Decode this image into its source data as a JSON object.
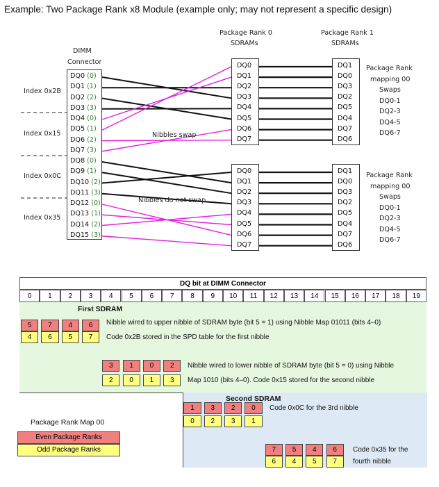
{
  "title": "Example: Two Package Rank x8 Module (example only; may not represent a specific design)",
  "dimm": {
    "label_line1": "DIMM",
    "label_line2": "Connector",
    "pins": [
      {
        "name": "DQ0",
        "n": "(0)"
      },
      {
        "name": "DQ1",
        "n": "(1)"
      },
      {
        "name": "DQ2",
        "n": "(2)"
      },
      {
        "name": "DQ3",
        "n": "(3)"
      },
      {
        "name": "DQ4",
        "n": "(0)"
      },
      {
        "name": "DQ5",
        "n": "(1)"
      },
      {
        "name": "DQ6",
        "n": "(2)"
      },
      {
        "name": "DQ7",
        "n": "(3)"
      },
      {
        "name": "DQ8",
        "n": "(0)"
      },
      {
        "name": "DQ9",
        "n": "(1)"
      },
      {
        "name": "DQ10",
        "n": "(2)"
      },
      {
        "name": "DQ11",
        "n": "(3)"
      },
      {
        "name": "DQ12",
        "n": "(0)"
      },
      {
        "name": "DQ13",
        "n": "(1)"
      },
      {
        "name": "DQ14",
        "n": "(2)"
      },
      {
        "name": "DQ15",
        "n": "(3)"
      }
    ]
  },
  "indexes": [
    "Index 0x2B",
    "Index 0x15",
    "Index 0x0C",
    "Index 0x35"
  ],
  "rank0": {
    "line1": "Package Rank 0",
    "line2": "SDRAMs",
    "top": [
      "DQ0",
      "DQ1",
      "DQ2",
      "DQ3",
      "DQ4",
      "DQ5",
      "DQ6",
      "DQ7"
    ],
    "bottom": [
      "DQ0",
      "DQ1",
      "DQ2",
      "DQ3",
      "DQ4",
      "DQ5",
      "DQ6",
      "DQ7"
    ]
  },
  "rank1": {
    "line1": "Package Rank 1",
    "line2": "SDRAMs",
    "top": [
      "DQ1",
      "DQ0",
      "DQ3",
      "DQ2",
      "DQ5",
      "DQ4",
      "DQ7",
      "DQ6"
    ],
    "bottom": [
      "DQ1",
      "DQ0",
      "DQ3",
      "DQ2",
      "DQ5",
      "DQ4",
      "DQ7",
      "DQ6"
    ]
  },
  "mapping_note": [
    "Package Rank",
    "mapping 00",
    "Swaps",
    "DQ0-1",
    "DQ2-3",
    "DQ4-5",
    "DQ6-7"
  ],
  "nibbles_swap": "Nibbles swap",
  "nibbles_no_swap": "Nibbles do not swap",
  "connections_top": [
    [
      0,
      3
    ],
    [
      1,
      2
    ],
    [
      2,
      5
    ],
    [
      3,
      4
    ],
    [
      4,
      1
    ],
    [
      5,
      0
    ],
    [
      6,
      7
    ],
    [
      7,
      6
    ]
  ],
  "connections_bottom": [
    [
      8,
      1
    ],
    [
      9,
      2
    ],
    [
      10,
      0
    ],
    [
      11,
      3
    ],
    [
      12,
      6
    ],
    [
      13,
      5
    ],
    [
      14,
      4
    ],
    [
      15,
      7
    ]
  ],
  "table": {
    "header": "DQ bit at DIMM Connector",
    "bits": [
      "0",
      "1",
      "2",
      "3",
      "4",
      "5",
      "6",
      "7",
      "8",
      "9",
      "10",
      "11",
      "12",
      "13",
      "14",
      "15",
      "16",
      "17",
      "18",
      "19"
    ],
    "first_sdram": "First SDRAM",
    "second_sdram": "Second SDRAM",
    "rows": [
      {
        "col": 0,
        "red": [
          "5",
          "7",
          "4",
          "6"
        ],
        "yellow": [
          "4",
          "6",
          "5",
          "7"
        ]
      },
      {
        "col": 4,
        "red": [
          "3",
          "1",
          "0",
          "2"
        ],
        "yellow": [
          "2",
          "0",
          "1",
          "3"
        ]
      },
      {
        "col": 8,
        "red": [
          "1",
          "3",
          "2",
          "0"
        ],
        "yellow": [
          "0",
          "2",
          "3",
          "1"
        ]
      },
      {
        "col": 12,
        "red": [
          "7",
          "5",
          "4",
          "6"
        ],
        "yellow": [
          "6",
          "4",
          "5",
          "7"
        ]
      }
    ],
    "notes": {
      "n1a": "Nibble wired to upper nibble of SDRAM byte (bit 5 = 1) using Nibble Map 01011 (bits 4–0)",
      "n1b": "Code 0x2B stored in the SPD table for the first nibble",
      "n2a": "Nibble wired to lower nibble of SDRAM byte (bit 5 = 0) using Nibble",
      "n2b": "Map 1010 (bits 4–0).  Code 0x15 stored for the second nibble",
      "n3": "Code 0x0C for the 3rd nibble",
      "n4a": "Code 0x35 for the",
      "n4b": "fourth nibble"
    }
  },
  "legend": {
    "title": "Package Rank Map 00",
    "even": "Even Package Ranks",
    "odd": "Odd Package Ranks"
  },
  "colors": {
    "wire_black": "#111111",
    "wire_magenta": "#e020e0",
    "red": "#f08080",
    "yellow": "#ffff80",
    "green_bg": "#e6f7df",
    "blue_bg": "#ddeaf6",
    "pin_num": "#2a7d2a"
  }
}
